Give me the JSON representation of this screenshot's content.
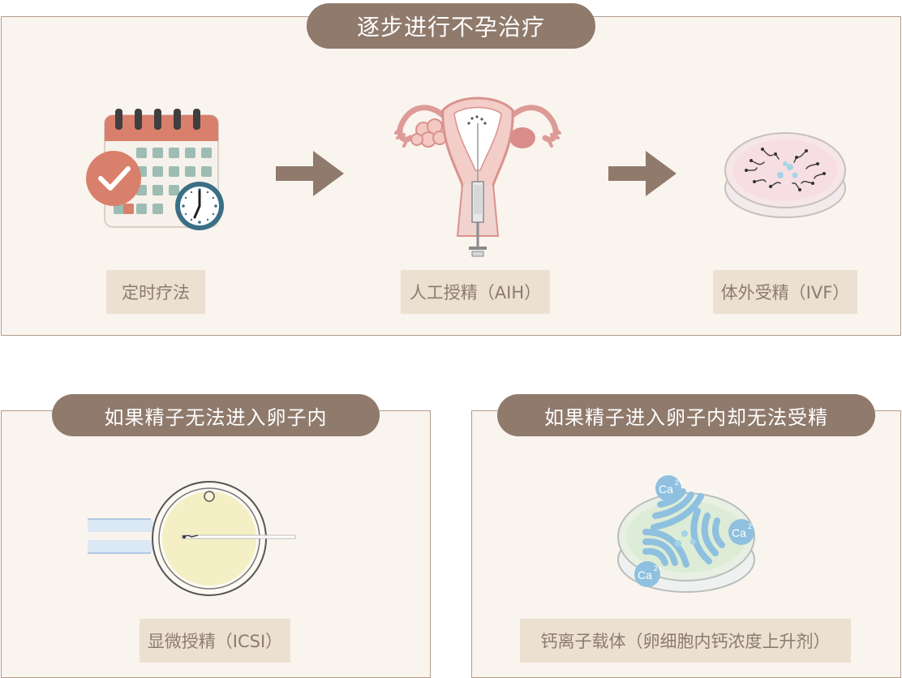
{
  "top_section": {
    "title": "逐步进行不孕治疗",
    "steps": [
      {
        "label": "定时疗法",
        "icon": "calendar-clock-icon"
      },
      {
        "label": "人工授精（AIH）",
        "icon": "uterus-insemination-icon"
      },
      {
        "label": "体外受精（IVF）",
        "icon": "petri-dish-sperm-icon"
      }
    ],
    "arrow_icon": "right-arrow-icon"
  },
  "left_section": {
    "title": "如果精子无法进入卵子内",
    "label": "显微授精（ICSI）",
    "icon": "icsi-egg-injection-icon"
  },
  "right_section": {
    "title": "如果精子进入卵子内却无法受精",
    "label": "钙离子载体（卵细胞内钙浓度上升剂）",
    "icon": "calcium-petri-dish-icon",
    "ion_label": "Ca"
  },
  "colors": {
    "panel_bg": "#faf4ee",
    "panel_border": "#b29c8c",
    "pill_bg": "#8f7a6c",
    "label_bg": "#ece0d1",
    "label_text": "#8c7b6f",
    "arrow": "#8f7a6c"
  }
}
